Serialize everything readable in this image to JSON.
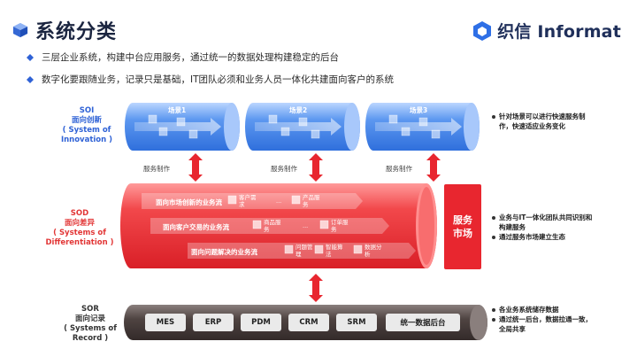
{
  "title": "系统分类",
  "logo_text": "织信 Informat",
  "bullets": [
    "三层企业系统，构建中台应用服务，通过统一的数据处理构建稳定的后台",
    "数字化要跟随业务，记录只是基础，IT团队必须和业务人员一体化共建面向客户的系统"
  ],
  "layers": {
    "soi": [
      "SOI",
      "面向创新",
      "( System of",
      "Innovation )"
    ],
    "sod": [
      "SOD",
      "面向差异",
      "( Systems of",
      "Differentiation )"
    ],
    "sor": [
      "SOR",
      "面向记录",
      "( Systems of",
      "Record )"
    ]
  },
  "scenes": [
    "场景1",
    "场景2",
    "场景3"
  ],
  "service_label": "服务制作",
  "market_label": "服务市场",
  "flows": [
    {
      "label": "面向市场创新的业务流",
      "items": [
        "客户需求",
        "...",
        "产品服务"
      ]
    },
    {
      "label": "面向客户交易的业务流",
      "items": [
        "商品服务",
        "...",
        "订单服务"
      ]
    },
    {
      "label": "面向问题解决的业务流",
      "items": [
        "问题管理",
        "智能算法",
        "数据分析"
      ]
    }
  ],
  "systems": [
    "MES",
    "ERP",
    "PDM",
    "CRM",
    "SRM",
    "统一数据后台"
  ],
  "notes": {
    "soi": [
      "针对场景可以进行快速服务制作，快速适应业务变化"
    ],
    "sod": [
      "业务与IT一体化团队共同识别和构建服务",
      "通过服务市场建立生态"
    ],
    "sor": [
      "各业务系统储存数据",
      "通过统一后台，数据拉通一致，全局共享"
    ]
  },
  "colors": {
    "blue": "#3a7ee8",
    "red": "#e8262f",
    "dark": "#4a4140"
  }
}
